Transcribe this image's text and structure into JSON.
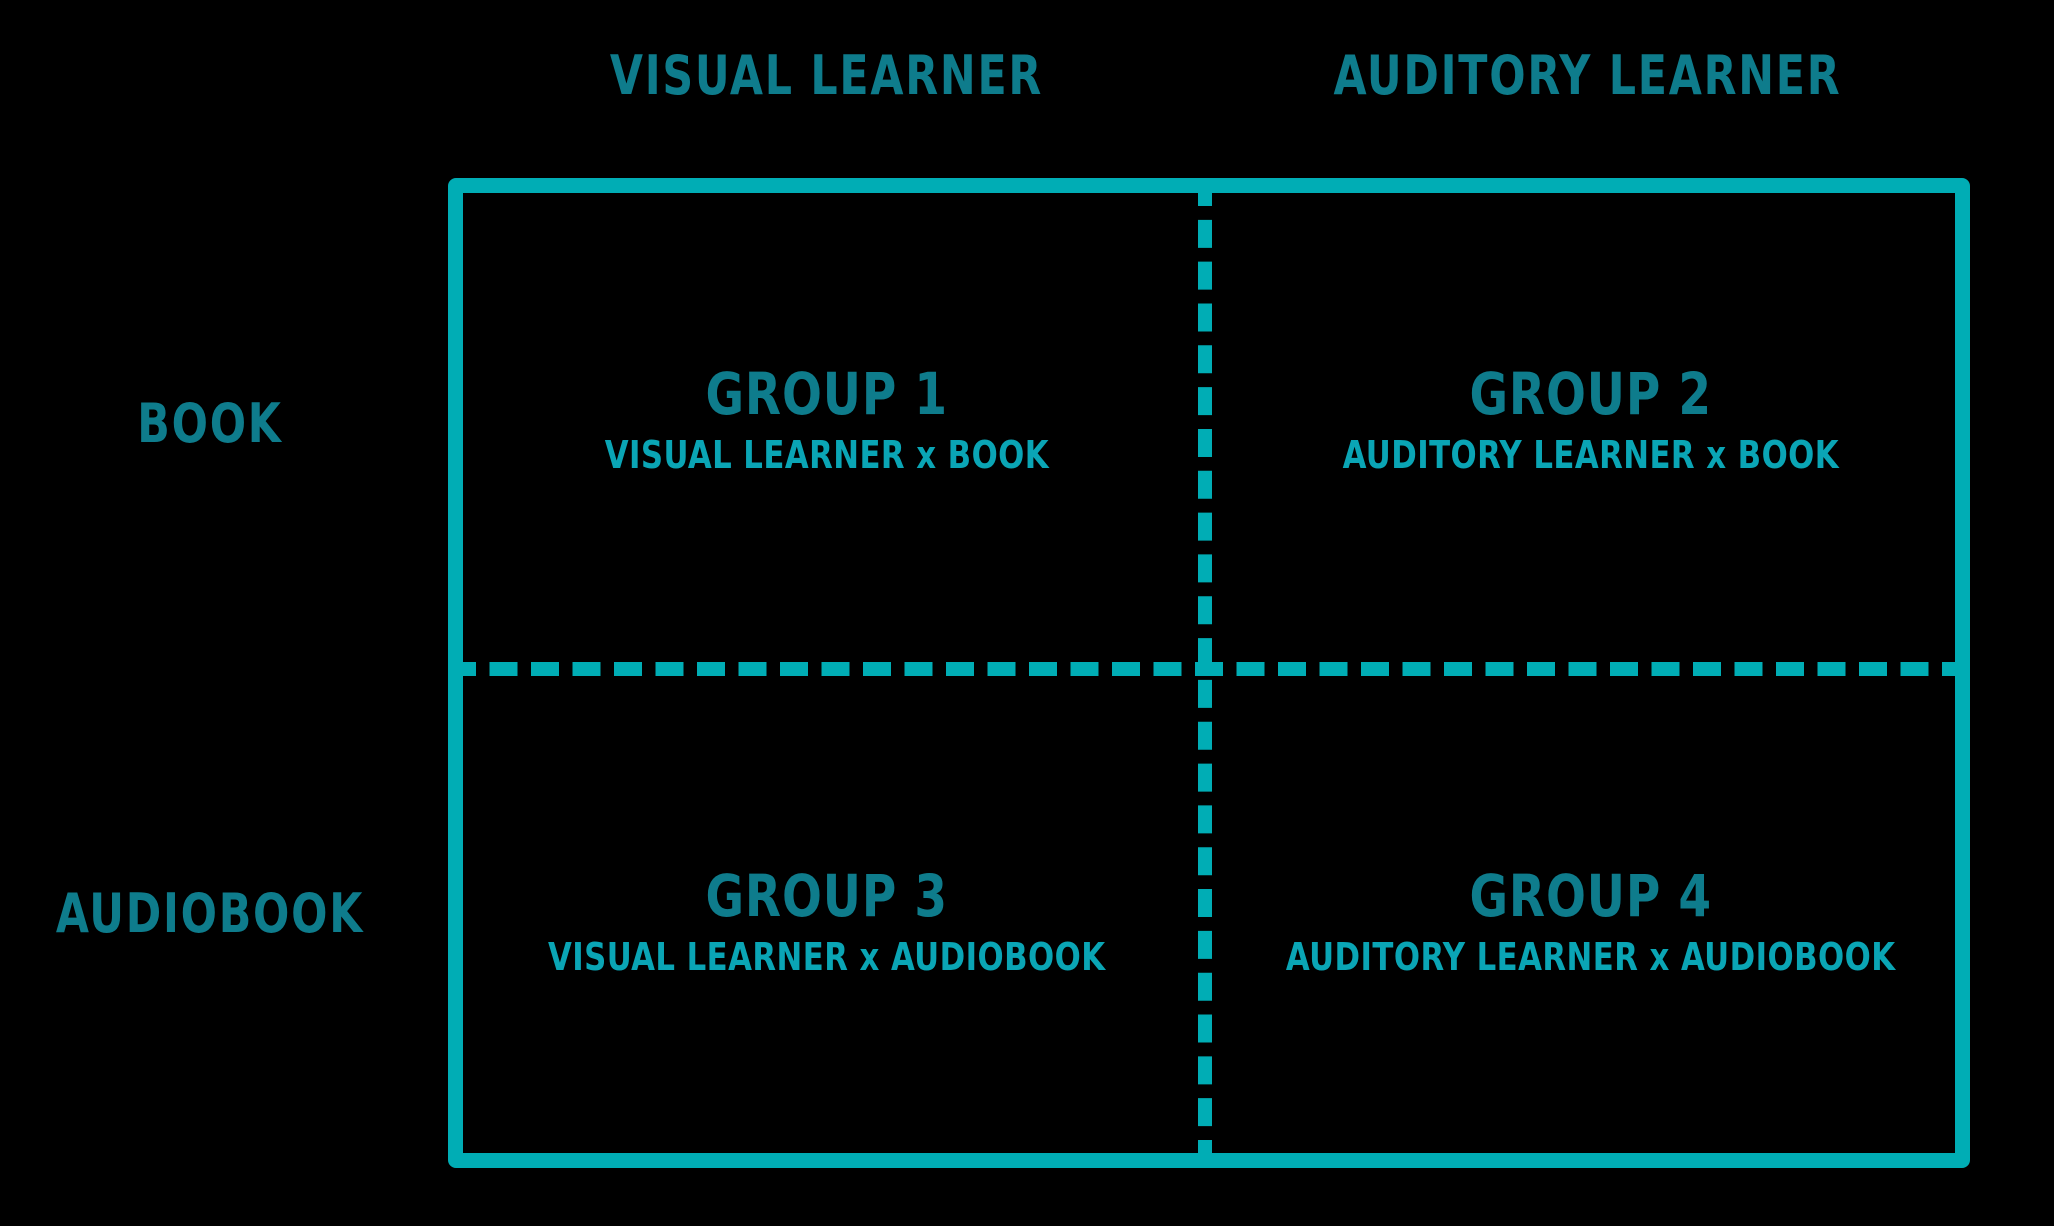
{
  "diagram": {
    "type": "2x2-factorial-design-matrix",
    "accent_color": "#00ADB5",
    "title_text_color": "#0E7C8C",
    "subtitle_text_color": "#0AA5B5",
    "background_color": "#000000",
    "column_headers": [
      {
        "label": "VISUAL LEARNER"
      },
      {
        "label": "AUDITORY LEARNER"
      }
    ],
    "row_labels": [
      {
        "label": "BOOK"
      },
      {
        "label": "AUDIOBOOK"
      }
    ],
    "cells": [
      {
        "title": "GROUP 1",
        "factor_column": "VISUAL LEARNER",
        "cross": "x",
        "factor_row": "BOOK",
        "subtitle": "VISUAL LEARNER x BOOK"
      },
      {
        "title": "GROUP 2",
        "factor_column": "AUDITORY LEARNER",
        "cross": "x",
        "factor_row": "BOOK",
        "subtitle": "AUDITORY LEARNER x BOOK"
      },
      {
        "title": "GROUP 3",
        "factor_column": "VISUAL LEARNER",
        "cross": "x",
        "factor_row": "AUDIOBOOK",
        "subtitle": "VISUAL LEARNER x AUDIOBOOK"
      },
      {
        "title": "GROUP 4",
        "factor_column": "AUDITORY LEARNER",
        "cross": "x",
        "factor_row": "AUDIOBOOK",
        "subtitle": "AUDITORY LEARNER x AUDIOBOOK"
      }
    ]
  }
}
